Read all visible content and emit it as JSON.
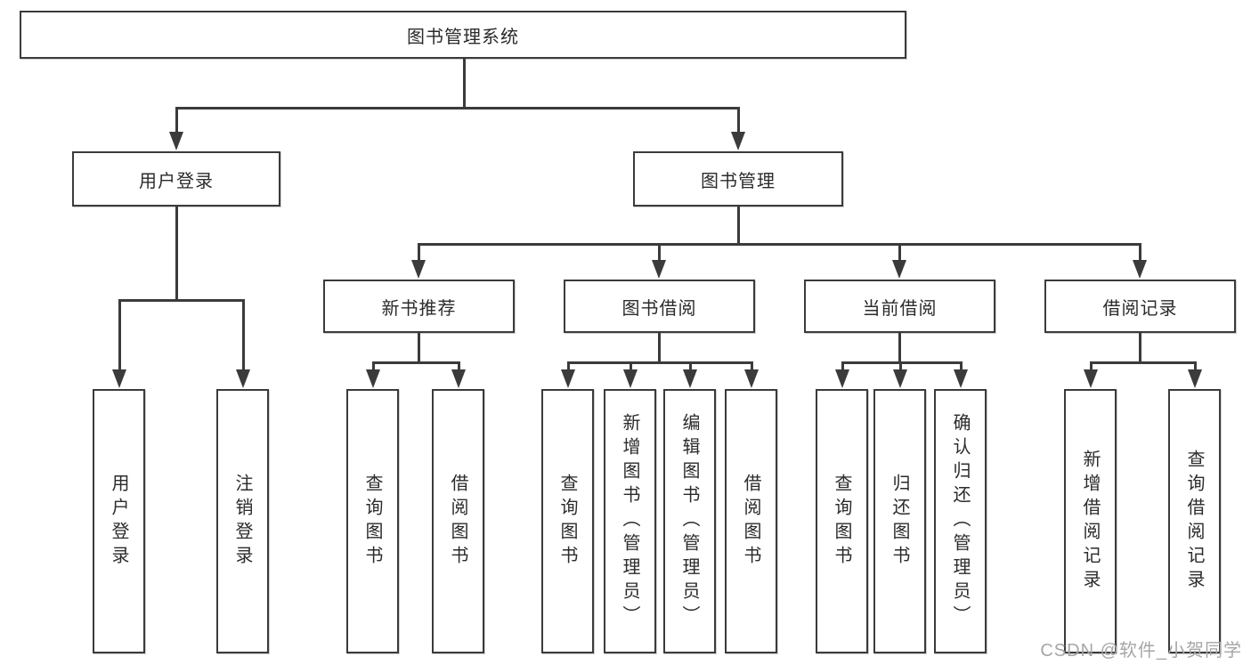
{
  "diagram": {
    "title": "图书管理系统",
    "root": {
      "label": "图书管理系统"
    },
    "level2": [
      {
        "label": "用户登录",
        "children": [
          "用户登录",
          "注销登录"
        ]
      },
      {
        "label": "图书管理"
      }
    ],
    "level3": [
      {
        "label": "新书推荐",
        "children": [
          "查询图书",
          "借阅图书"
        ]
      },
      {
        "label": "图书借阅",
        "children": [
          "查询图书",
          "新增图书（管理员）",
          "编辑图书（管理员）",
          "借阅图书"
        ]
      },
      {
        "label": "当前借阅",
        "children": [
          "查询图书",
          "归还图书",
          "确认归还（管理员）"
        ]
      },
      {
        "label": "借阅记录",
        "children": [
          "新增借阅记录",
          "查询借阅记录"
        ]
      }
    ]
  },
  "watermark": {
    "text": "CSDN @软件_小贺同学"
  },
  "colors": {
    "line": "#3b3b3b",
    "text": "#2b2b2b",
    "box_bg": "#ffffff",
    "watermark": "#a6a6a6"
  }
}
